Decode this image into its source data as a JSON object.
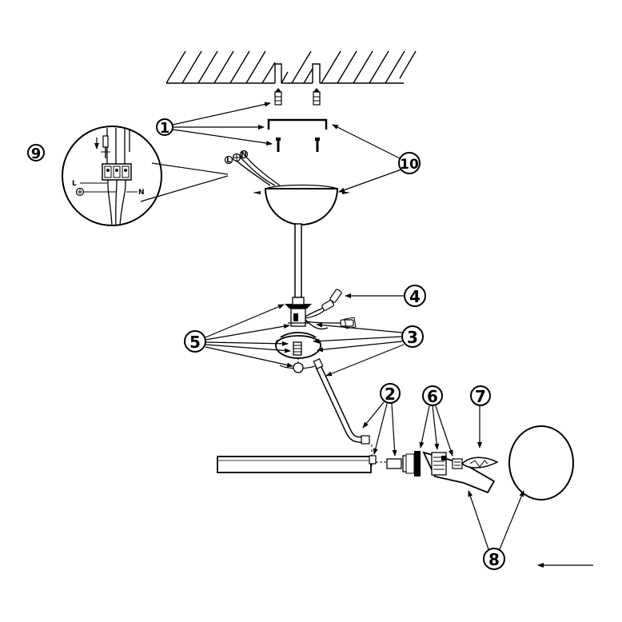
{
  "callouts": {
    "c1": "1",
    "c2": "2",
    "c3": "3",
    "c4": "4",
    "c5": "5",
    "c6": "6",
    "c7": "7",
    "c8": "8",
    "c9": "9",
    "c10": "10"
  },
  "inset": {
    "live": "L",
    "neutral": "N"
  },
  "terminal_block": {
    "live": "L",
    "neutral": "N"
  }
}
